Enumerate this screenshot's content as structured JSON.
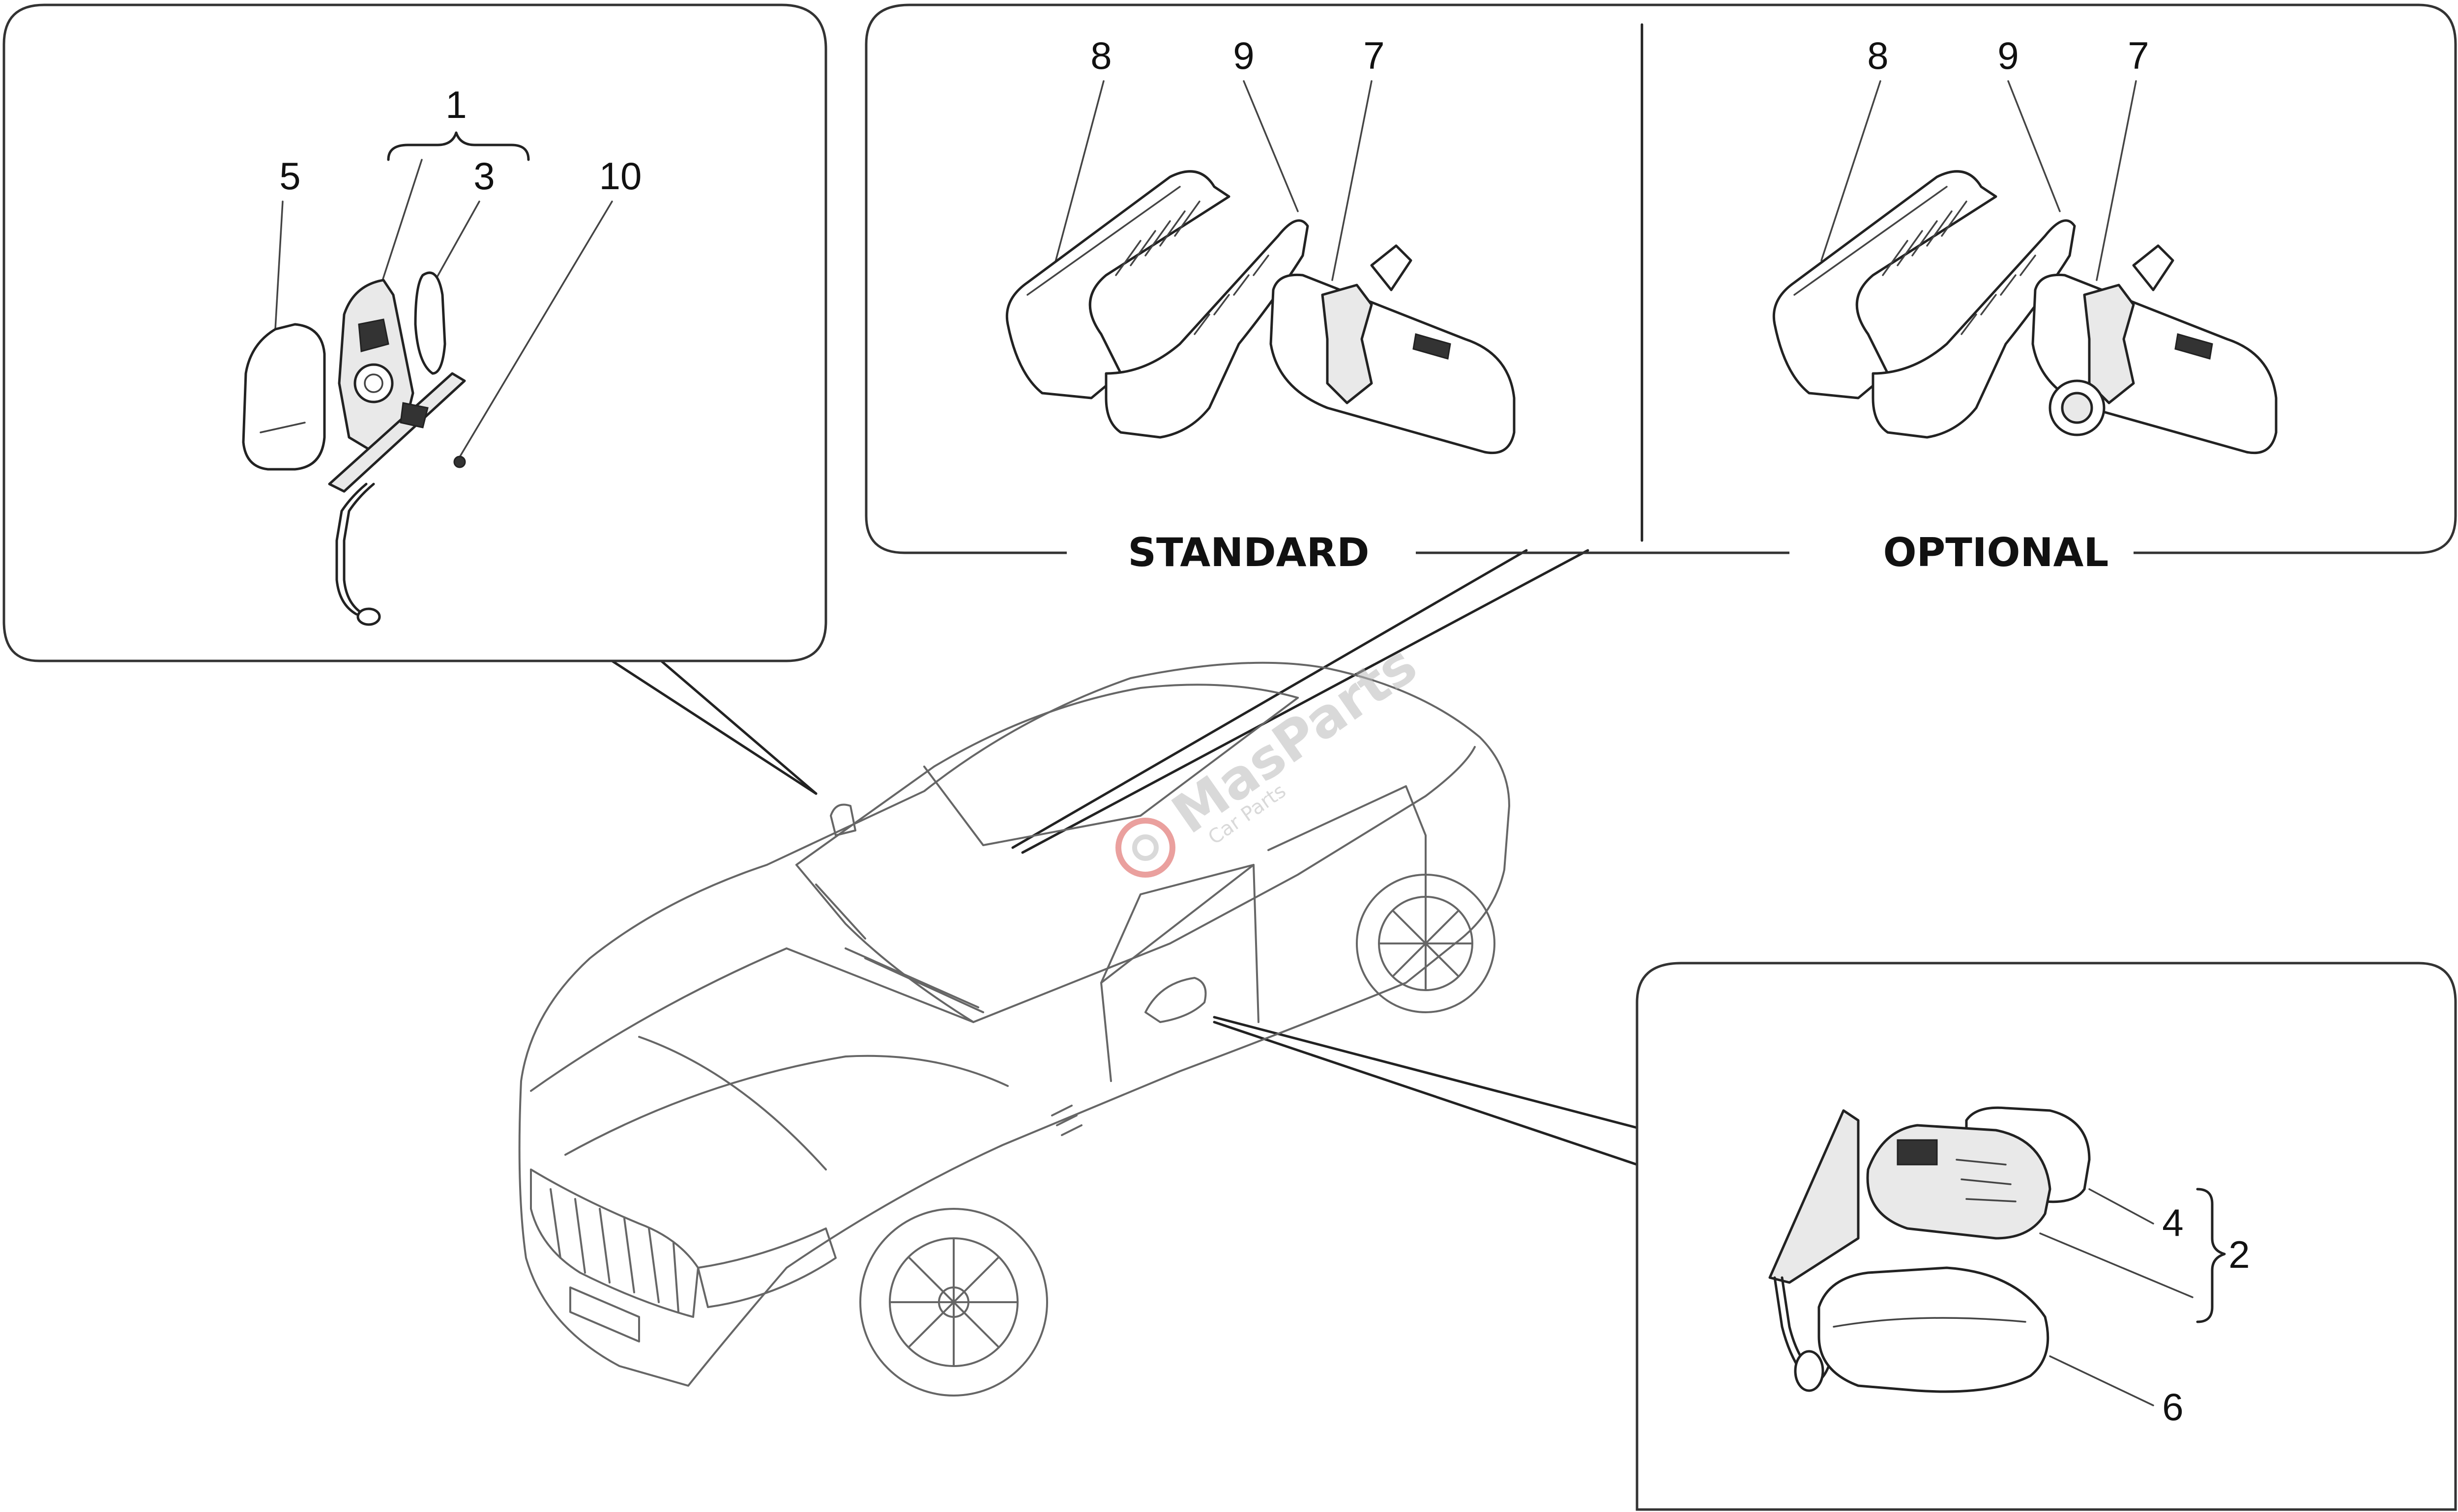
{
  "labels": {
    "standard": "STANDARD",
    "optional": "OPTIONAL"
  },
  "callouts": {
    "left_panel": {
      "n1": "1",
      "n3": "3",
      "n5": "5",
      "n10": "10"
    },
    "standard_panel": {
      "n8": "8",
      "n9": "9",
      "n7": "7"
    },
    "optional_panel": {
      "n8": "8",
      "n9": "9",
      "n7": "7"
    },
    "right_panel": {
      "n4": "4",
      "n2": "2",
      "n6": "6"
    }
  },
  "watermark": {
    "brand": "MasParts",
    "tagline": "Car Parts"
  },
  "colors": {
    "lines": "#222222",
    "car_outline": "#666666",
    "panel_border": "#333333",
    "watermark_red": "#d9534f",
    "watermark_gray": "#bbbbbb"
  }
}
